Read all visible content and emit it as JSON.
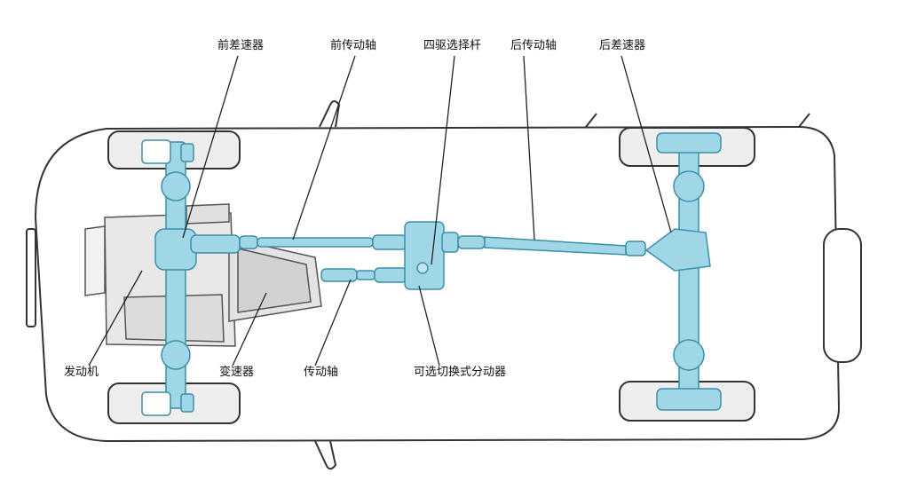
{
  "labels": {
    "front_diff": "前差速器",
    "front_shaft": "前传动轴",
    "selector": "四驱选择杆",
    "rear_shaft": "后传动轴",
    "rear_diff": "后差速器",
    "engine": "发动机",
    "gearbox": "变速器",
    "drive_shaft": "传动轴",
    "transfer_case": "可选切换式分动器"
  },
  "colors": {
    "component": "#9fd7e6",
    "component_dark": "#3d8fa8",
    "body_outline": "#333333",
    "wheel_fill": "#eeeeee",
    "engine_fill": "#e8e8e8"
  }
}
